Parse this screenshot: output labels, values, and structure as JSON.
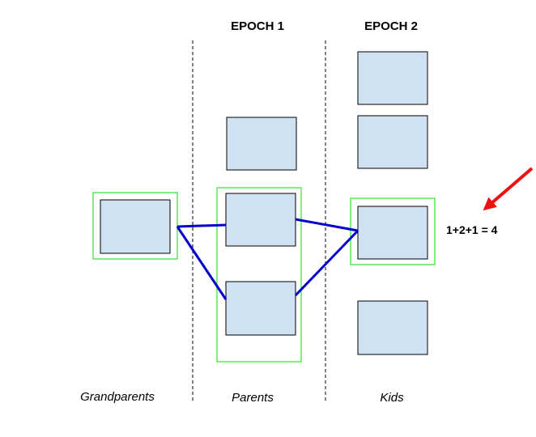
{
  "headers": {
    "epoch1": "EPOCH 1",
    "epoch2": "EPOCH 2"
  },
  "columns": {
    "grandparents": "Grandparents",
    "parents": "Parents",
    "kids": "Kids"
  },
  "formula": "1+2+1 = 4",
  "colors": {
    "node_fill": "#cfe2f3",
    "node_stroke": "#000000",
    "highlight": "#00dd00",
    "edge": "#0000cc",
    "arrow": "#ee1111"
  }
}
